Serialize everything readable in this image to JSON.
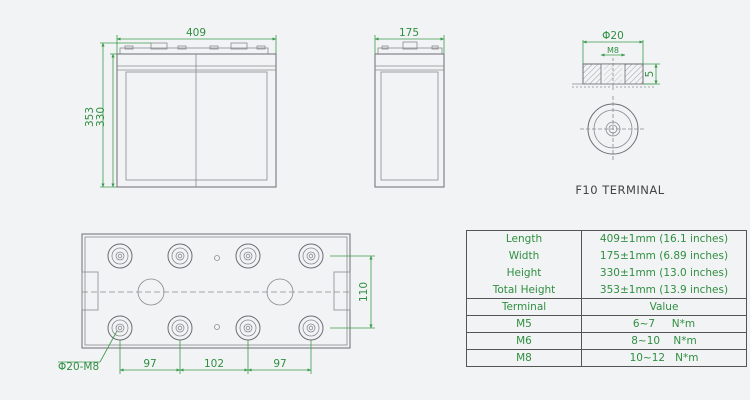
{
  "front_view": {
    "width_label": "409",
    "total_height_label": "353",
    "height_label": "330"
  },
  "side_view": {
    "width_label": "175"
  },
  "terminal_detail": {
    "diameter_label": "Φ20",
    "thread_label": "M8",
    "depth_label": "5",
    "caption": "F10 TERMINAL"
  },
  "top_view": {
    "height_label": "110",
    "spacing_left_label": "97",
    "spacing_mid_label": "102",
    "spacing_right_label": "97",
    "callout_label": "Φ20-M8"
  },
  "specs": {
    "rows": [
      {
        "label": "Length",
        "value": "409±1mm (16.1 inches)"
      },
      {
        "label": "Width",
        "value": "175±1mm (6.89 inches)"
      },
      {
        "label": "Height",
        "value": "330±1mm (13.0 inches)"
      },
      {
        "label": "Total Height",
        "value": "353±1mm (13.9 inches)"
      }
    ],
    "terminal_header": {
      "label": "Terminal",
      "value": "Value"
    },
    "terminal_rows": [
      {
        "label": "M5",
        "value": "6~7     N*m"
      },
      {
        "label": "M6",
        "value": "8~10    N*m"
      },
      {
        "label": "M8",
        "value": "10~12   N*m"
      }
    ]
  },
  "colors": {
    "dimension": "#2f8f40",
    "outline": "#6e6e72",
    "background": "#f2f3f5"
  }
}
